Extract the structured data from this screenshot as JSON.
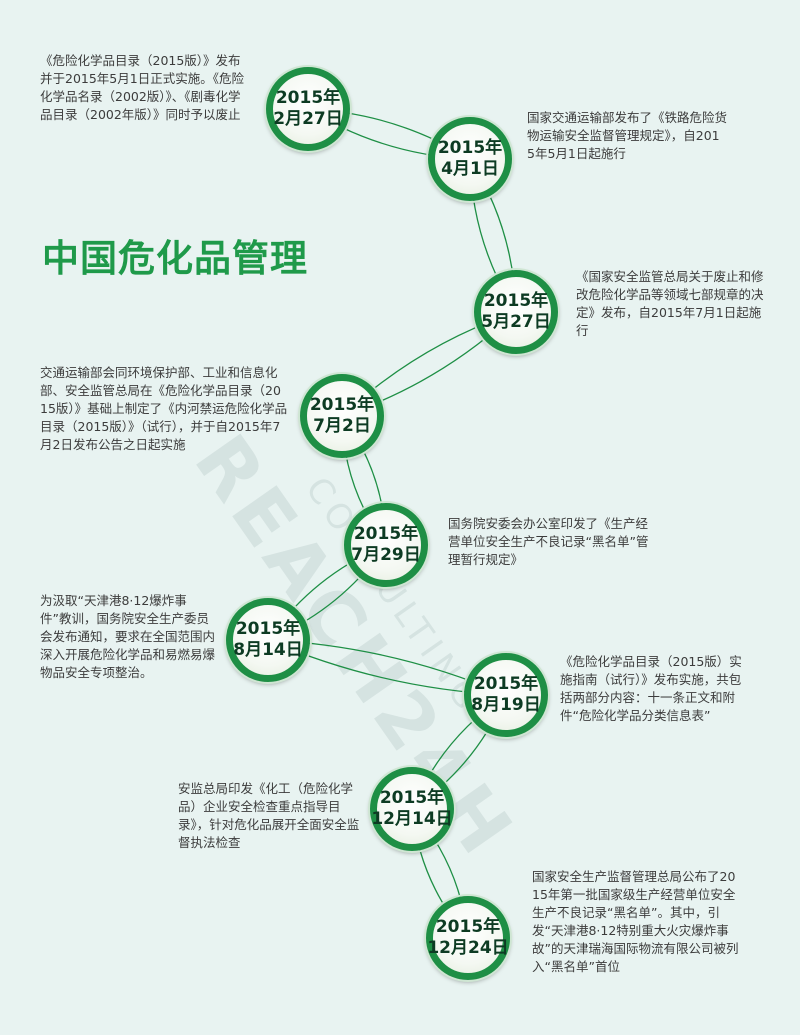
{
  "title": "中国危化品管理",
  "watermark": {
    "main": "REACH24H",
    "sub": "CONSULTING"
  },
  "events": [
    {
      "year": "2015年",
      "date": "2月27日",
      "text": "《危险化学品目录（2015版）》发布并于2015年5月1日正式实施。《危险化学品名录（2002版）》、《剧毒化学品目录（2002年版）》同时予以废止"
    },
    {
      "year": "2015年",
      "date": "4月1日",
      "text": "国家交通运输部发布了《铁路危险货物运输安全监督管理规定》，自2015年5月1日起施行"
    },
    {
      "year": "2015年",
      "date": "5月27日",
      "text": "《国家安全监管总局关于废止和修改危险化学品等领域七部规章的决定》发布，自2015年7月1日起施行"
    },
    {
      "year": "2015年",
      "date": "7月2日",
      "text": "交通运输部会同环境保护部、工业和信息化部、安全监管总局在《危险化学品目录（2015版）》基础上制定了《内河禁运危险化学品目录（2015版）》（试行），并于自2015年7月2日发布公告之日起实施"
    },
    {
      "year": "2015年",
      "date": "7月29日",
      "text": "国务院安委会办公室印发了《生产经营单位安全生产不良记录“黑名单”管理暂行规定》"
    },
    {
      "year": "2015年",
      "date": "8月14日",
      "text": "为汲取“天津港8·12爆炸事件”教训，国务院安全生产委员会发布通知，要求在全国范围内深入开展危险化学品和易燃易爆物品安全专项整治。"
    },
    {
      "year": "2015年",
      "date": "8月19日",
      "text": "《危险化学品目录（2015版）实施指南（试行）》发布实施，共包括两部分内容：十一条正文和附件“危险化学品分类信息表”"
    },
    {
      "year": "2015年",
      "date": "12月14日",
      "text": "安监总局印发《化工（危险化学品）企业安全检查重点指导目录》，针对危化品展开全面安全监督执法检查"
    },
    {
      "year": "2015年",
      "date": "12月24日",
      "text": "国家安全生产监督管理总局公布了2015年第一批国家级生产经营单位安全生产不良记录“黑名单”。其中，引发“天津港8·12特别重大火灾爆炸事故”的天津瑞海国际物流有限公司被列入“黑名单”首位"
    }
  ],
  "colors": {
    "accent": "#1e8f45",
    "title": "#1f9a4a",
    "text": "#3c3c3c",
    "background": "#e8f3f1"
  }
}
